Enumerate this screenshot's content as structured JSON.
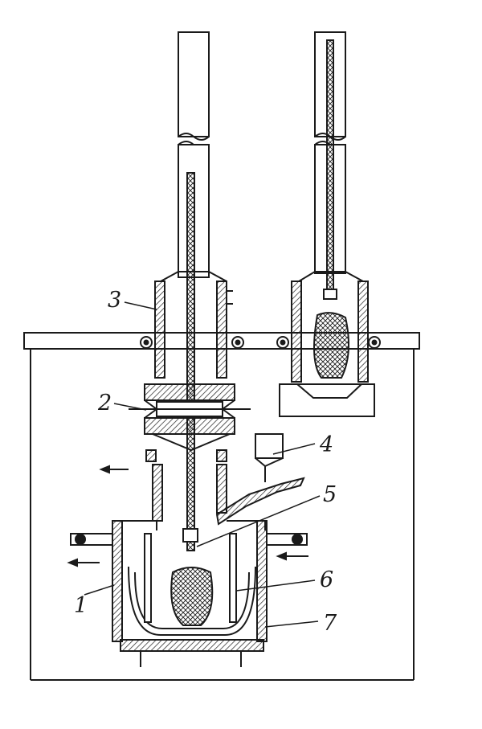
{
  "labels": {
    "l1": "1",
    "l2": "2",
    "l3": "3",
    "l4": "4",
    "l5": "5",
    "l6": "6",
    "l7": "7"
  },
  "colors": {
    "ink": "#1a1a1a",
    "paper": "#ffffff"
  }
}
